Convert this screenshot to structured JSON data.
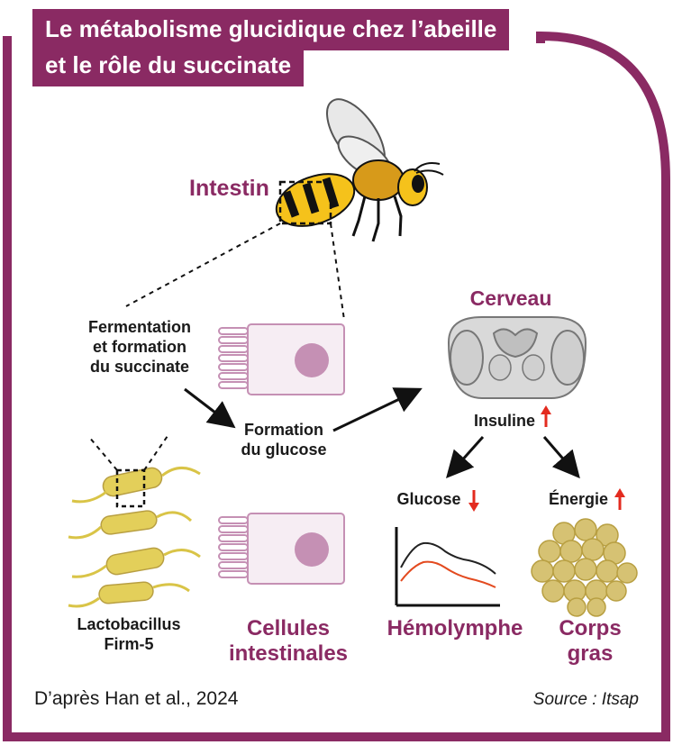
{
  "title": {
    "line1": "Le métabolisme glucidique chez l’abeille",
    "line2": "et le rôle du succinate"
  },
  "labels": {
    "intestin": "Intestin",
    "fermentation_1": "Fermentation",
    "fermentation_2": "et formation",
    "fermentation_3": "du succinate",
    "formation_glucose_1": "Formation",
    "formation_glucose_2": "du glucose",
    "cerveau": "Cerveau",
    "insuline": "Insuline",
    "glucose": "Glucose",
    "energie": "Énergie",
    "lactobacillus_1": "Lactobacillus",
    "lactobacillus_2": "Firm-5",
    "cellules_1": "Cellules",
    "cellules_2": "intestinales",
    "hemolymphe": "Hémolymphe",
    "corps_1": "Corps",
    "corps_2": "gras"
  },
  "footer": {
    "reference": "D’après Han et al., 2024",
    "source": "Source : Itsap"
  },
  "colors": {
    "brand": "#8a2a63",
    "arrow_up": "#e32b1f",
    "arrow_down": "#e32b1f",
    "bacteria": "#e3cf5a",
    "cell_fill": "#f6edf3",
    "nucleus": "#c590b4",
    "fat": "#d6c273"
  }
}
